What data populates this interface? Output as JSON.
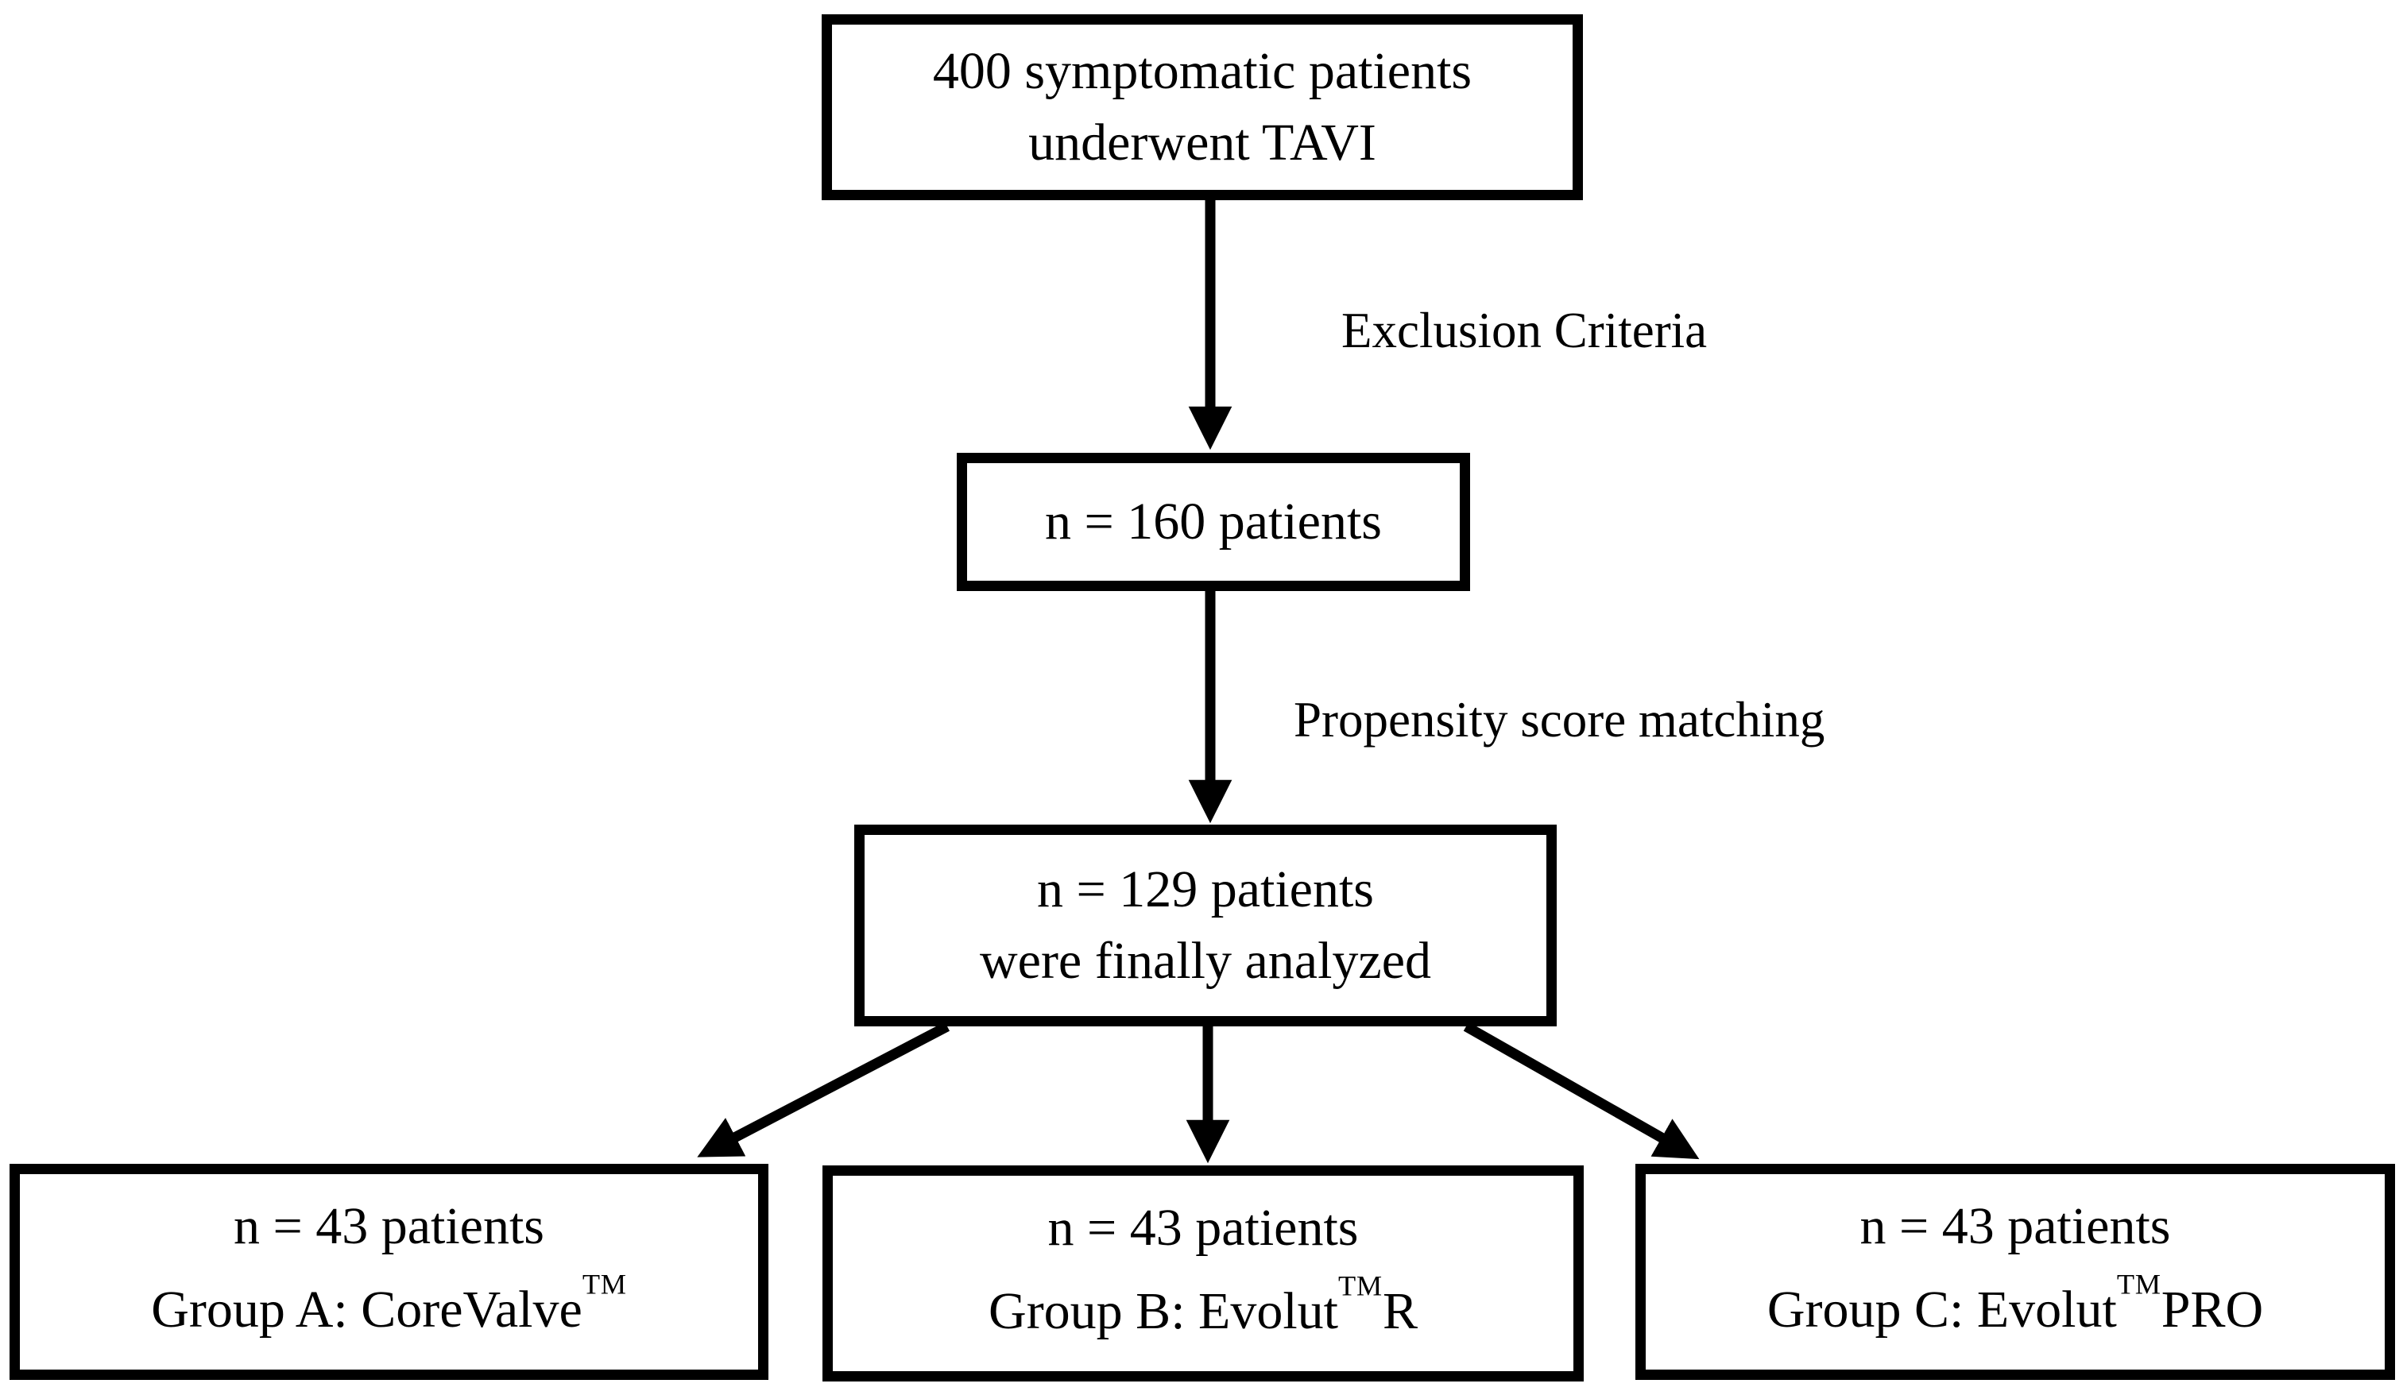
{
  "canvas": {
    "background": "#ffffff",
    "line_color": "#000000"
  },
  "nodes": {
    "total": {
      "line1": "400 symptomatic patients",
      "line2": "underwent TAVI"
    },
    "after_exclusion": {
      "line1": "n = 160 patients"
    },
    "analyzed": {
      "line1": "n = 129 patients",
      "line2": "were finally analyzed"
    },
    "group_a": {
      "line1": "n = 43 patients",
      "line2_prefix": "Group A: CoreValve",
      "trademark": "TM",
      "line2_suffix": ""
    },
    "group_b": {
      "line1": "n = 43 patients",
      "line2_prefix": "Group B: Evolut",
      "trademark": "TM",
      "line2_suffix": "R"
    },
    "group_c": {
      "line1": "n = 43 patients",
      "line2_prefix": "Group C: Evolut",
      "trademark": "TM",
      "line2_suffix": "PRO"
    }
  },
  "edge_labels": {
    "exclusion": "Exclusion Criteria",
    "propensity": "Propensity score matching"
  }
}
